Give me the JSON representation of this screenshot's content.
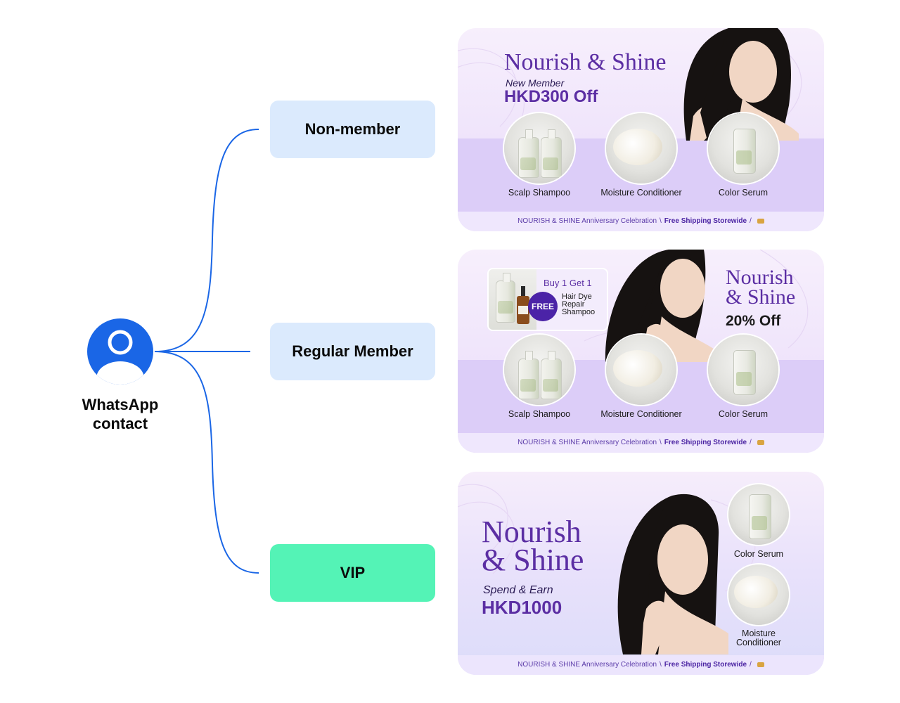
{
  "contact": {
    "label_line1": "WhatsApp",
    "label_line2": "contact",
    "icon": "user-avatar-icon"
  },
  "segments": [
    {
      "label": "Non-member",
      "color": "#dbeafd"
    },
    {
      "label": "Regular Member",
      "color": "#dbeafd"
    },
    {
      "label": "VIP",
      "color": "#54f3b6"
    }
  ],
  "connector_color": "#1a66e6",
  "brand": {
    "line1": "Nourish",
    "line2": "& Shine",
    "full": "Nourish & Shine",
    "accent": "#5b2ea3"
  },
  "products": {
    "scalp_shampoo": "Scalp Shampoo",
    "moisture_conditioner": "Moisture Conditioner",
    "moisture_line1": "Moisture",
    "moisture_line2": "Conditioner",
    "color_serum": "Color Serum"
  },
  "footer": {
    "celebration": "NOURISH & SHINE Anniversary Celebration",
    "separator": "\\",
    "shipping": "Free Shipping Storewide",
    "slash": "/"
  },
  "banners": {
    "non_member": {
      "subtitle": "New Member",
      "offer": "HKD300 Off"
    },
    "regular": {
      "offer": "20% Off",
      "promo_title": "Buy 1 Get 1",
      "badge": "FREE",
      "promo_line1": "Hair Dye",
      "promo_line2": "Repair",
      "promo_line3": "Shampoo"
    },
    "vip": {
      "subtitle": "Spend & Earn",
      "offer": "HKD1000"
    }
  }
}
